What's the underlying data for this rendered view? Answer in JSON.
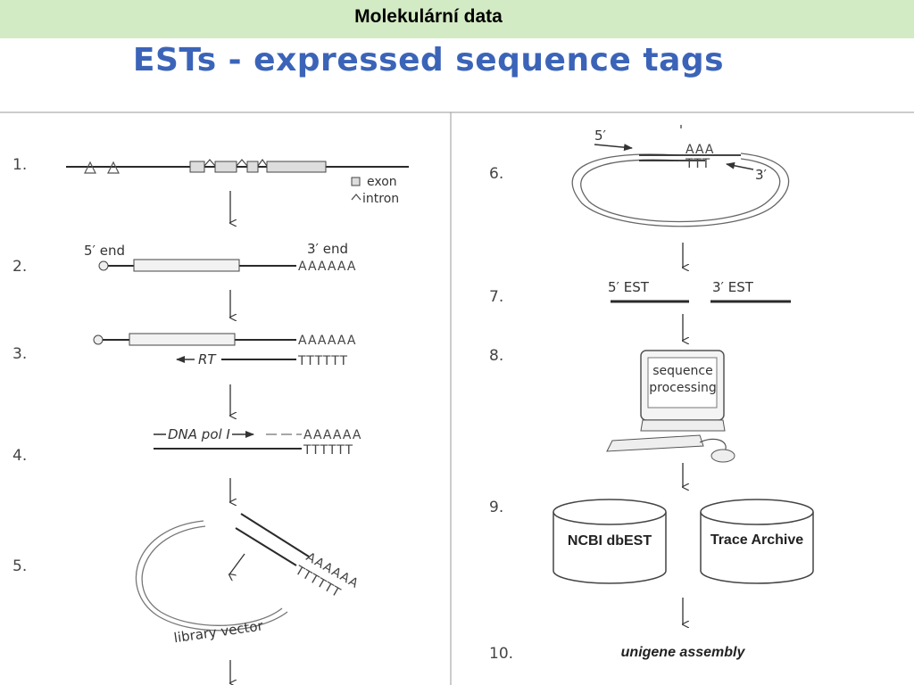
{
  "header": {
    "text": "Molekulární data"
  },
  "title": "ESTs - expressed sequence tags",
  "steps": {
    "s1": "1.",
    "s2": "2.",
    "s3": "3.",
    "s4": "4.",
    "s5": "5.",
    "s6": "6.",
    "s7": "7.",
    "s8": "8.",
    "s9": "9.",
    "s10": "10."
  },
  "legend": {
    "exon": "exon",
    "intron": "intron"
  },
  "labels": {
    "five_end": "5′ end",
    "three_end": "3′ end",
    "polyA": "AAAAAA",
    "polyT": "TTTTTT",
    "rt": "RT",
    "dna_pol": "DNA pol I",
    "library_vector": "library vector",
    "five_prime": "5′",
    "three_prime": "3′",
    "aaa": "AAA",
    "ttt": "TTT",
    "five_est": "5′ EST",
    "three_est": "3′ EST",
    "seq_line1": "sequence",
    "seq_line2": "processing",
    "ncbi": "NCBI dbEST",
    "trace": "Trace Archive",
    "unigene": "unigene assembly"
  },
  "colors": {
    "header_bg": "#d3ebc4",
    "title": "#3b64b8"
  }
}
